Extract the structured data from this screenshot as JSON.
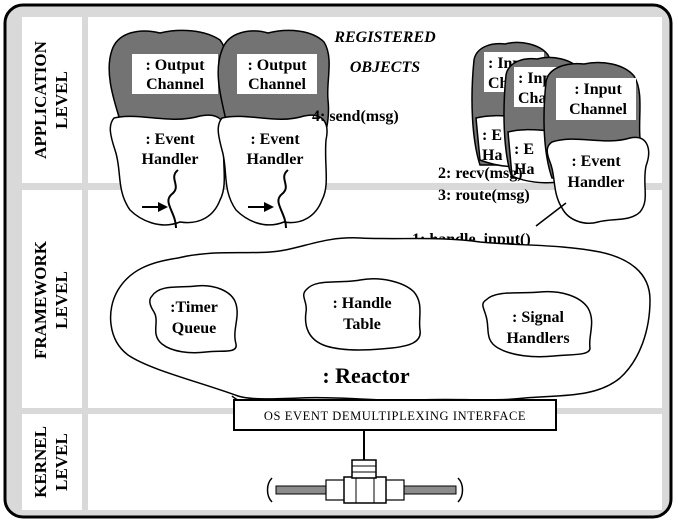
{
  "levels": {
    "application": [
      "APPLICATION",
      "LEVEL"
    ],
    "framework": [
      "FRAMEWORK",
      "LEVEL"
    ],
    "kernel": [
      "KERNEL",
      "LEVEL"
    ]
  },
  "registered_objects": [
    "REGISTERED",
    "OBJECTS"
  ],
  "output_channels": [
    {
      "channel": [
        ": Output",
        "Channel"
      ],
      "handler": [
        ": Event",
        "Handler"
      ]
    },
    {
      "channel": [
        ": Output",
        "Channel"
      ],
      "handler": [
        ": Event",
        "Handler"
      ]
    }
  ],
  "input_channels": {
    "back1": [
      ": Inp",
      "Cha"
    ],
    "back1_handler": [
      ": E",
      "Ha"
    ],
    "back2": [
      ": Inp",
      "Cha"
    ],
    "back2_handler": [
      ": E",
      "Ha"
    ],
    "front": [
      ": Input",
      "Channel"
    ],
    "front_handler": [
      ": Event",
      "Handler"
    ]
  },
  "messages": {
    "send": "4: send(msg)",
    "recv": "2: recv(msg)",
    "route": "3: route(msg)",
    "handle_input": "1: handle_input()"
  },
  "reactor": {
    "label": ": Reactor",
    "timer_queue": [
      ":Timer",
      "Queue"
    ],
    "handle_table": [
      ": Handle",
      "Table"
    ],
    "signal_handlers": [
      ": Signal",
      "Handlers"
    ]
  },
  "os_interface": "OS EVENT DEMULTIPLEXING INTERFACE",
  "colors": {
    "band": "#d9d9d9",
    "channel_fill": "#737373",
    "label_bg": "#ffffff",
    "stroke": "#000000"
  }
}
